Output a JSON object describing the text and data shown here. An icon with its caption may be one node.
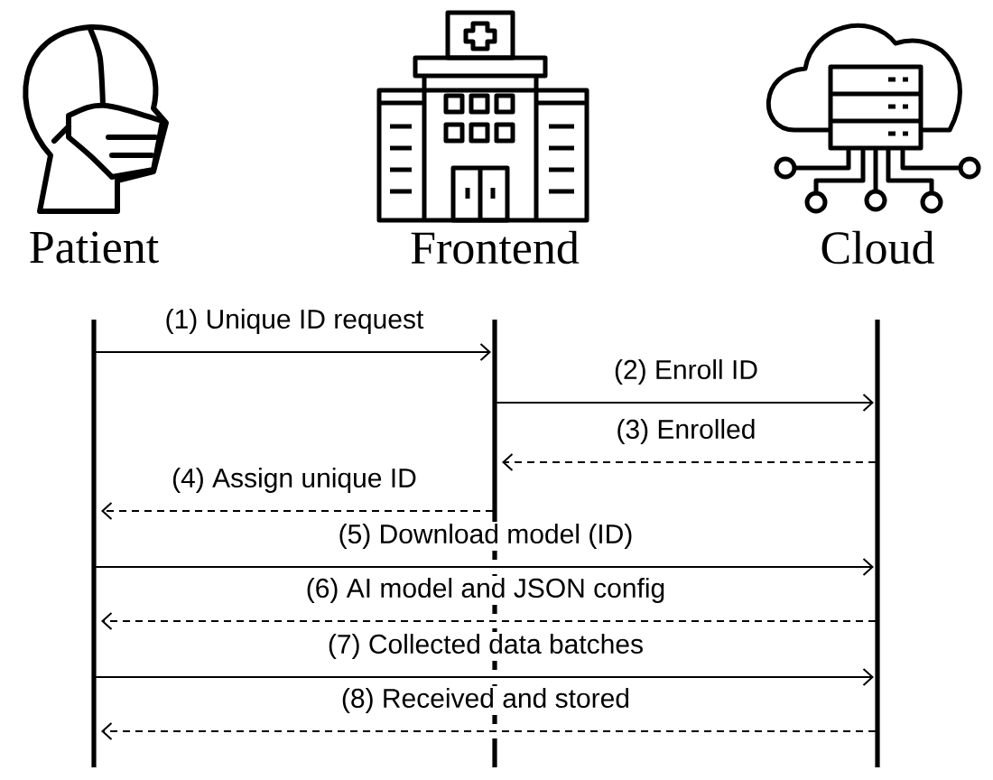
{
  "diagram": {
    "nodes": [
      {
        "text": [
          "Patient"
        ]
      },
      {
        "text": [
          "Frontend"
        ]
      },
      {
        "text": [
          "Cloud"
        ]
      }
    ],
    "edges": [
      {
        "from": 0,
        "to": 1,
        "arrow": "to",
        "label": "(1) Unique ID request"
      },
      {
        "from": 1,
        "to": 2,
        "arrow": "to",
        "label": "(2) Enroll ID"
      },
      {
        "from": 2,
        "to": 1,
        "arrow": "to",
        "label": "(3) Enrolled",
        "style": "dashed"
      },
      {
        "from": 1,
        "to": 0,
        "arrow": "to",
        "label": "(4) Assign unique ID",
        "style": "dashed"
      },
      {
        "from": 0,
        "to": 2,
        "arrow": "to",
        "label": "(5) Download model (ID)"
      },
      {
        "from": 2,
        "to": 0,
        "arrow": "to",
        "label": "(6) AI model and JSON config",
        "style": "dashed"
      },
      {
        "from": 0,
        "to": 2,
        "arrow": "to",
        "label": "(7) Collected data batches"
      },
      {
        "from": 2,
        "to": 0,
        "arrow": "to",
        "label": "(8) Received and stored",
        "style": "dashed"
      }
    ]
  }
}
